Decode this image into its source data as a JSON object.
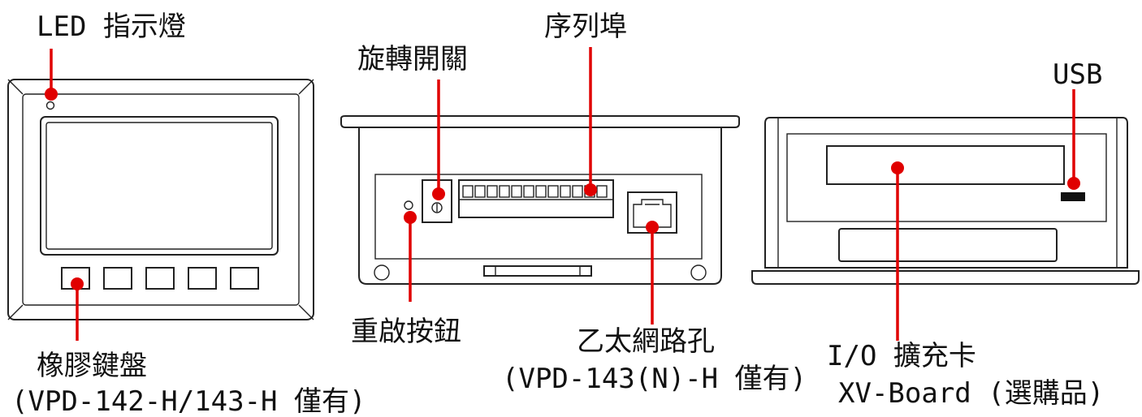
{
  "labels": {
    "led": "LED 指示燈",
    "rotary_switch": "旋轉開關",
    "serial_port": "序列埠",
    "usb": "USB",
    "reset_button": "重啟按鈕",
    "ethernet_line1": "乙太網路孔",
    "ethernet_line2": "(VPD-143(N)-H 僅有)",
    "keypad_line1": "橡膠鍵盤",
    "keypad_line2": "(VPD-142-H/143-H 僅有)",
    "io_line1": "I/O 擴充卡",
    "io_line2": "XV-Board (選購品)"
  },
  "colors": {
    "marker": "#e00000",
    "outline": "#222222",
    "text": "#111111"
  }
}
